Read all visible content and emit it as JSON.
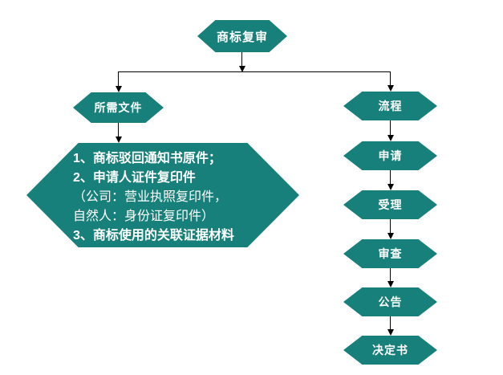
{
  "diagram": {
    "title": "商标复审",
    "left_branch": {
      "label": "所需文件",
      "details": [
        "1、商标驳回通知书原件；",
        "2、申请人证件复印件",
        "（公司：营业执照复印件，",
        "自然人：身份证复印件）",
        "3、商标使用的关联证据材料"
      ]
    },
    "right_branch": {
      "label": "流程",
      "steps": [
        "申请",
        "受理",
        "审查",
        "公告",
        "决定书"
      ]
    },
    "colors": {
      "hexagon_fill": "#17807A",
      "text": "#FFFFFF",
      "connector": "#000000"
    }
  }
}
